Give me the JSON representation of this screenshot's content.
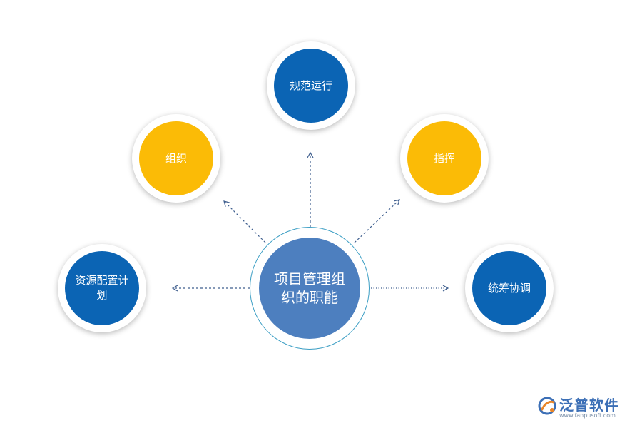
{
  "center": {
    "label": "项目管理组织的职能"
  },
  "nodes": [
    {
      "id": "top",
      "label": "规范运行",
      "color": "blue"
    },
    {
      "id": "upper-left",
      "label": "组织",
      "color": "yellow"
    },
    {
      "id": "upper-right",
      "label": "指挥",
      "color": "yellow"
    },
    {
      "id": "left",
      "label": "资源配置计划",
      "color": "blue"
    },
    {
      "id": "right",
      "label": "统筹协调",
      "color": "blue"
    }
  ],
  "colors": {
    "blue": "#0b64b4",
    "yellow": "#fbbb06",
    "center": "#4d7fbf",
    "ring": "#3b9ec4",
    "arrow": "#3e5e8e"
  },
  "logo": {
    "name": "泛普软件",
    "url": "www.fanpusoft.com"
  }
}
